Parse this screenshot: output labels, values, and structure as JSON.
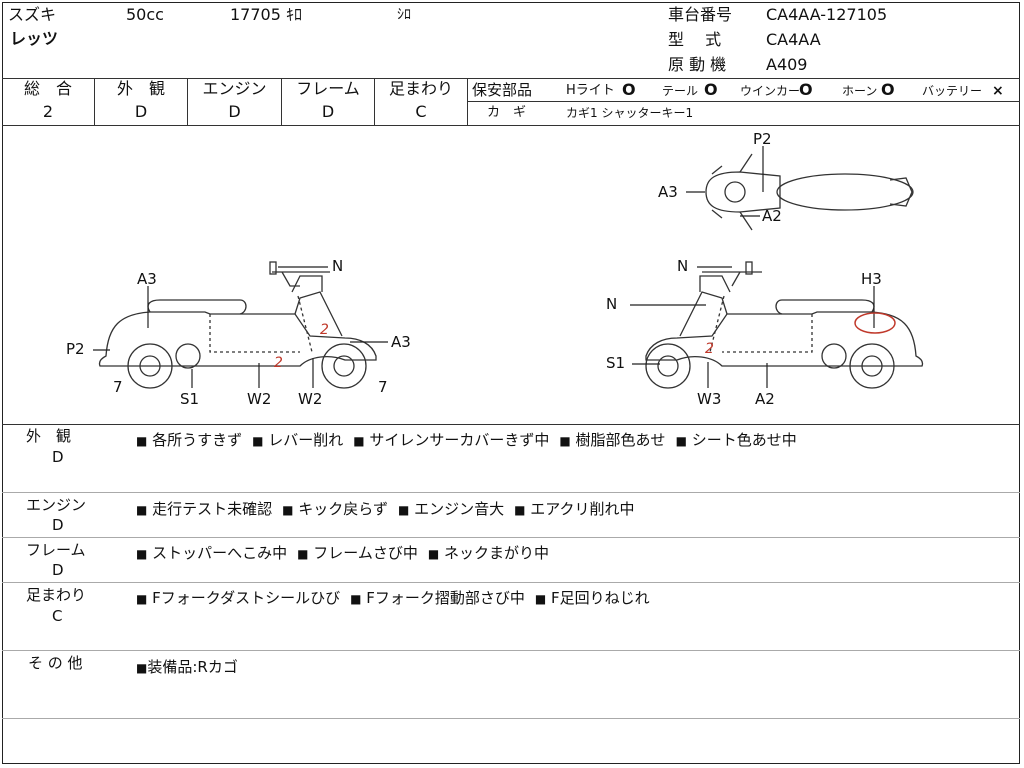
{
  "header": {
    "maker": "スズキ",
    "displacement": "50cc",
    "mileage": "17705 ｷﾛ",
    "color": "ｼﾛ",
    "model_name": "レッツ",
    "frame_number_label": "車台番号",
    "frame_number": "CA4AA-127105",
    "type_label": "型　 式",
    "type_value": "CA4AA",
    "engine_label": "原 動 機",
    "engine_value": "A409"
  },
  "grades": {
    "overall_label": "総　合",
    "overall_value": "2",
    "exterior_label": "外　観",
    "exterior_value": "D",
    "engine_label": "エンジン",
    "engine_value": "D",
    "frame_label": "フレーム",
    "frame_value": "D",
    "suspension_label": "足まわり",
    "suspension_value": "C"
  },
  "safety": {
    "label": "保安部品",
    "headlight": "Hライト",
    "headlight_mark": "O",
    "taillight": "テール",
    "taillight_mark": "O",
    "winker": "ウインカー",
    "winker_mark": "O",
    "horn": "ホーン",
    "horn_mark": "O",
    "battery": "バッテリー",
    "battery_mark": "×",
    "key_label": "カ　ギ",
    "key_value": "カギ1 シャッターキー1"
  },
  "diagram_labels": {
    "top_p2": "P2",
    "top_a3": "A3",
    "top_a2": "A2",
    "left_n": "N",
    "left_a3_top": "A3",
    "left_p2": "P2",
    "left_a3_right": "A3",
    "left_7a": "7",
    "left_s1": "S1",
    "left_w2a": "W2",
    "left_w2b": "W2",
    "left_7b": "7",
    "right_n_top": "N",
    "right_h3": "H3",
    "right_n_mid": "N",
    "right_s1": "S1",
    "right_w3": "W3",
    "right_a2": "A2",
    "mark_2a": "2",
    "mark_2b": "2",
    "mark_2c": "2"
  },
  "details": {
    "exterior": {
      "label": "外　観",
      "grade": "D",
      "items": [
        "各所うすきず",
        "レバー削れ",
        "サイレンサーカバーきず中",
        "樹脂部色あせ",
        "シート色あせ中"
      ]
    },
    "engine": {
      "label": "エンジン",
      "grade": "D",
      "items": [
        "走行テスト未確認",
        "キック戻らず",
        "エンジン音大",
        "エアクリ削れ中"
      ]
    },
    "frame": {
      "label": "フレーム",
      "grade": "D",
      "items": [
        "ストッパーへこみ中",
        "フレームさび中",
        "ネックまがり中"
      ]
    },
    "suspension": {
      "label": "足まわり",
      "grade": "C",
      "items": [
        "Fフォークダストシールひび",
        "Fフォーク摺動部さび中",
        "F足回りねじれ"
      ]
    },
    "other": {
      "label": "そ の 他",
      "items": [
        "装備品:Rカゴ"
      ]
    }
  },
  "colors": {
    "line": "#333333",
    "annotation_red": "#c0392b"
  }
}
